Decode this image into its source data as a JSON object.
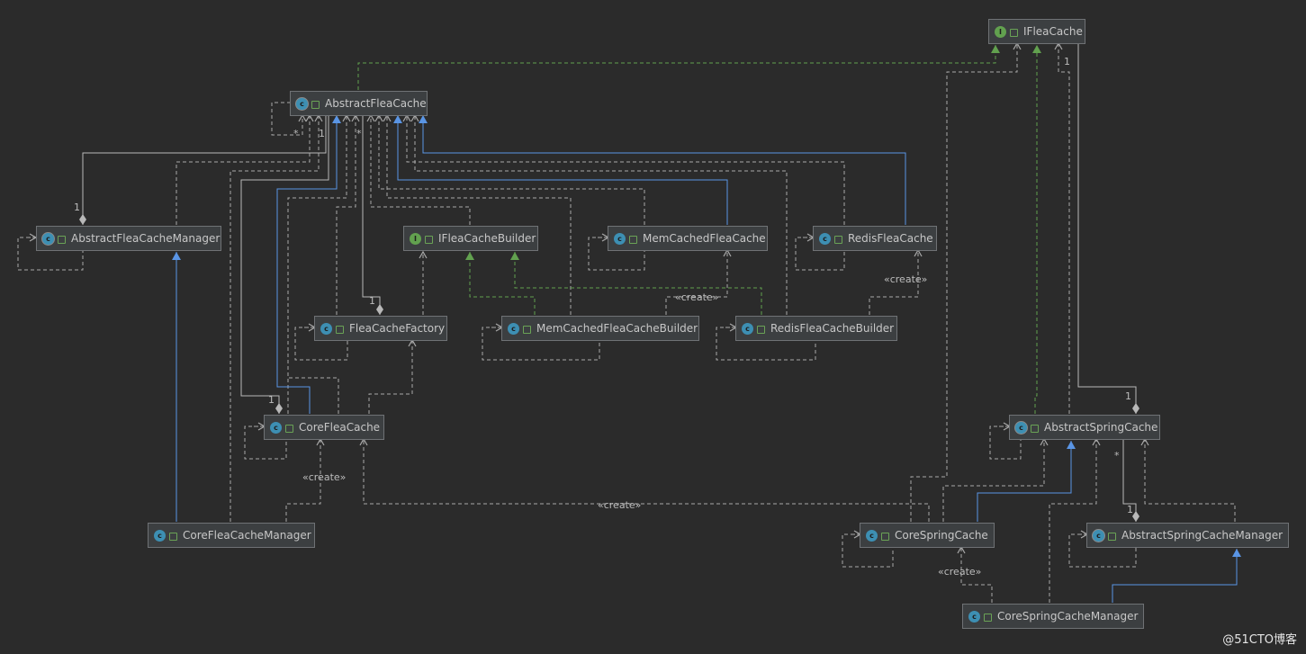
{
  "nodes": {
    "ifleacache": "IFleaCache",
    "abstractfleacache": "AbstractFleaCache",
    "abstractfleacachemanager": "AbstractFleaCacheManager",
    "ifleacachebuilder": "IFleaCacheBuilder",
    "memcachedfleacache": "MemCachedFleaCache",
    "redisfleacache": "RedisFleaCache",
    "fleacachefactory": "FleaCacheFactory",
    "memcachedfleacachebuilder": "MemCachedFleaCacheBuilder",
    "redisfleacachebuilder": "RedisFleaCacheBuilder",
    "corefleacache": "CoreFleaCache",
    "abstractspringcache": "AbstractSpringCache",
    "corefleacachemanager": "CoreFleaCacheManager",
    "corespringcache": "CoreSpringCache",
    "abstractspringcachemanager": "AbstractSpringCacheManager",
    "corespringcachemanager": "CoreSpringCacheManager"
  },
  "icons": {
    "class": "class-icon",
    "abstract_class": "abstract-class-icon",
    "interface": "interface-icon",
    "visibility": "public-lock-icon"
  },
  "badges": {
    "class": "c",
    "interface": "I"
  },
  "labels": {
    "create": "«create»",
    "one": "1",
    "many": "*"
  },
  "colors": {
    "background": "#2b2b2b",
    "dependency": "#a9a9a9",
    "inheritance": "#5a95e5",
    "realization": "#62a14f"
  },
  "watermark": "@51CTO博客"
}
